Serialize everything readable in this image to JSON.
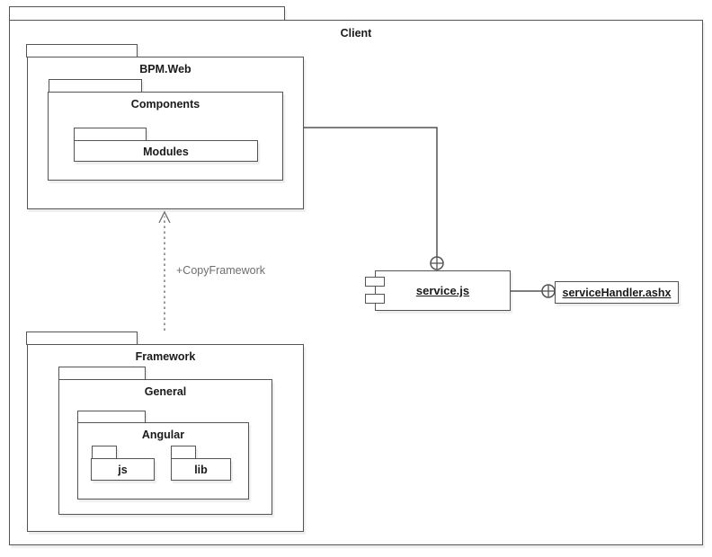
{
  "diagram": {
    "type": "uml-package-component-diagram",
    "packages": {
      "client": "Client",
      "bpm_web": "BPM.Web",
      "components": "Components",
      "modules": "Modules",
      "framework": "Framework",
      "general": "General",
      "angular": "Angular",
      "js": "js",
      "lib": "lib"
    },
    "components": {
      "service_js": "service.js"
    },
    "artifacts": {
      "service_handler": "serviceHandler.ashx"
    },
    "connections": {
      "dependency_label": "+CopyFramework",
      "dependency_from": "Framework",
      "dependency_to": "BPM.Web",
      "link_components_to_service": "Components — service.js (circle-plus junction)",
      "link_service_to_handler": "service.js — serviceHandler.ashx (circle-plus junction)"
    },
    "colors": {
      "border": "#545454",
      "text": "#1a1a1a",
      "muted_label": "#6e6e6e",
      "background": "#ffffff"
    }
  }
}
